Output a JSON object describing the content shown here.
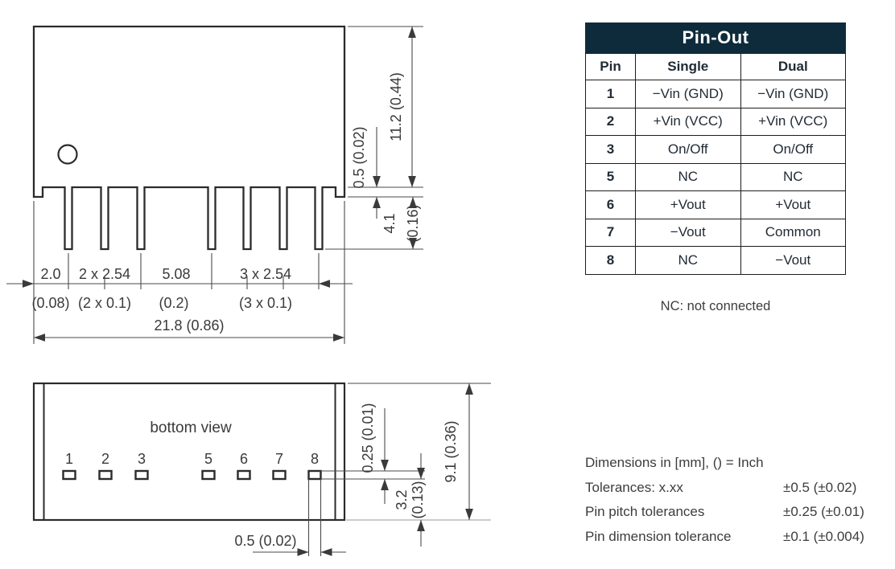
{
  "table": {
    "title": "Pin-Out",
    "columns": [
      "Pin",
      "Single",
      "Dual"
    ],
    "rows": [
      {
        "pin": "1",
        "single": "−Vin (GND)",
        "dual": "−Vin (GND)"
      },
      {
        "pin": "2",
        "single": "+Vin (VCC)",
        "dual": "+Vin (VCC)"
      },
      {
        "pin": "3",
        "single": "On/Off",
        "dual": "On/Off"
      },
      {
        "pin": "5",
        "single": "NC",
        "dual": "NC"
      },
      {
        "pin": "6",
        "single": "+Vout",
        "dual": "+Vout"
      },
      {
        "pin": "7",
        "single": "−Vout",
        "dual": "Common"
      },
      {
        "pin": "8",
        "single": "NC",
        "dual": "−Vout"
      }
    ],
    "footnote": "NC: not connected"
  },
  "front_view": {
    "dims": {
      "seg_mm": [
        "2.0",
        "2 x 2.54",
        "5.08",
        "3 x 2.54"
      ],
      "seg_inch": [
        "(0.08)",
        "(2 x 0.1)",
        "(0.2)",
        "(3 x 0.1)"
      ],
      "overall_width": "21.8  (0.86)",
      "body_height": "11.2  (0.44)",
      "standoff": "0.5  (0.02)",
      "pin_length_mm": "4.1",
      "pin_length_inch": "(0.16)"
    }
  },
  "bottom_view": {
    "label": "bottom view",
    "pin_numbers": [
      "1",
      "2",
      "3",
      "5",
      "6",
      "7",
      "8"
    ],
    "dims": {
      "pin_thickness": "0.25 (0.01)",
      "depth": "9.1  (0.36)",
      "pin_setback_mm": "3.2",
      "pin_setback_inch": "(0.13)",
      "pin_width": "0.5 (0.02)"
    }
  },
  "notes": {
    "units": "Dimensions in [mm], () = Inch",
    "rows": [
      {
        "label": "Tolerances: x.xx",
        "value": "±0.5 (±0.02)"
      },
      {
        "label": "Pin pitch tolerances",
        "value": "±0.25 (±0.01)"
      },
      {
        "label": "Pin dimension tolerance",
        "value": "±0.1 (±0.004)"
      }
    ]
  },
  "colors": {
    "table_header_bg": "#0e2b3c",
    "table_header_text": "#ffffff",
    "table_text": "#222b35",
    "drawing_line": "#2b2b2b",
    "dimension_line": "#4a4a4a",
    "dimension_text": "#3a3a3a",
    "hidden_edge_gray": "#9a9a9a"
  }
}
